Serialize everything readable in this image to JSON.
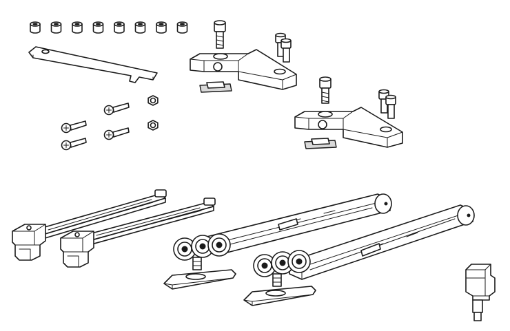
{
  "diagram": {
    "parts": [
      "grub-screws",
      "screw-bolts",
      "adjustment-wrench",
      "mounting-brackets",
      "square-nuts",
      "phillips-screws",
      "hex-nuts",
      "door-stop-rails",
      "roller-trolley-dampers",
      "end-clip"
    ],
    "counts": {
      "grub_screws": 8,
      "phillips_screws": 4,
      "hex_nuts": 2,
      "brackets": 2,
      "rails": 2,
      "trolleys": 2
    }
  }
}
